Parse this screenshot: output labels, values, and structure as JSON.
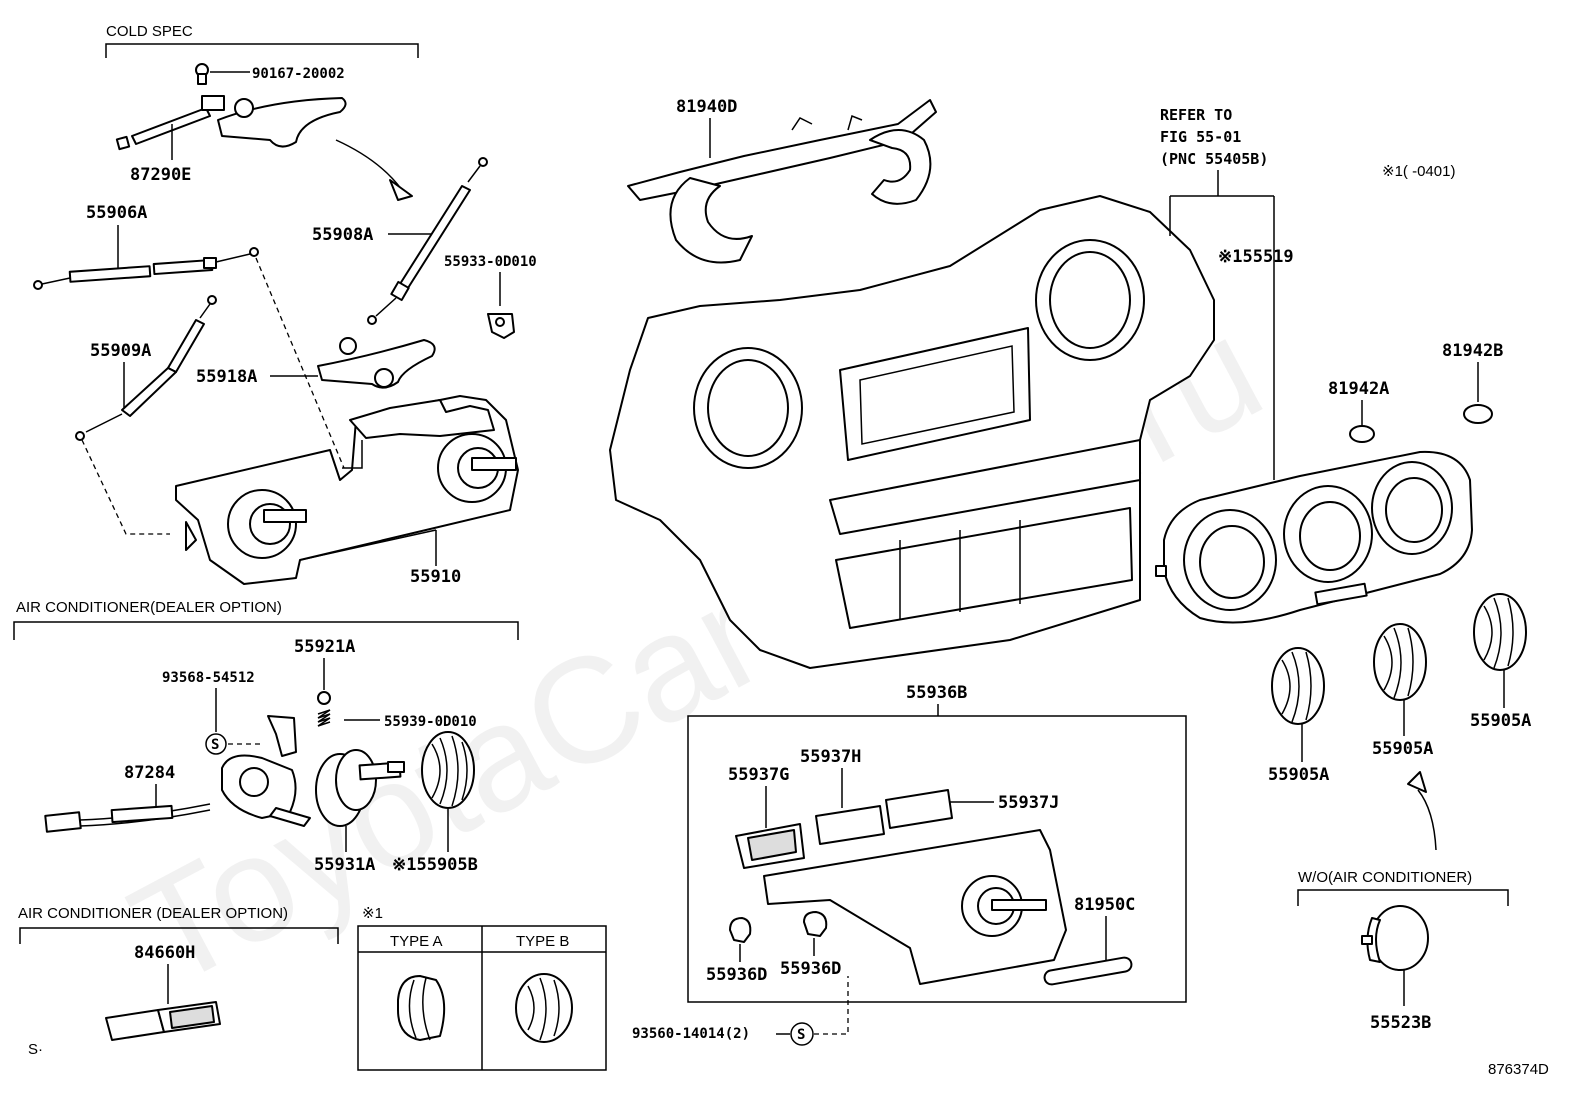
{
  "watermark": "ToyotaCarWorld.ru",
  "sections": {
    "cold_spec": "COLD SPEC",
    "ac_option_1": "AIR CONDITIONER(DEALER OPTION)",
    "ac_option_2": "AIR CONDITIONER (DEALER OPTION)",
    "wo_ac": "W/O(AIR CONDITIONER)",
    "note_1": "※1",
    "type_a": "TYPE A",
    "type_b": "TYPE B"
  },
  "refer": {
    "line1": "REFER TO",
    "line2": "FIG 55-01",
    "line3": "(PNC 55405B)"
  },
  "note_range": "※1(      -0401)",
  "parts": {
    "p90167": "90167-20002",
    "p87290E": "87290E",
    "p55906A": "55906A",
    "p55908A": "55908A",
    "p55933": "55933-0D010",
    "p55909A": "55909A",
    "p55918A": "55918A",
    "p55910": "55910",
    "p55921A": "55921A",
    "p93568": "93568-54512",
    "p55939": "55939-0D010",
    "p87284": "87284",
    "p55931A": "55931A",
    "p55905B": "※155905B",
    "p84660H": "84660H",
    "p81940D": "81940D",
    "p55519": "※155519",
    "p81942B": "81942B",
    "p81942A": "81942A",
    "p55905A_1": "55905A",
    "p55905A_2": "55905A",
    "p55905A_3": "55905A",
    "p55936B": "55936B",
    "p55937G": "55937G",
    "p55937H": "55937H",
    "p55937J": "55937J",
    "p81950C": "81950C",
    "p55936D_1": "55936D",
    "p55936D_2": "55936D",
    "p93560": "93560-14014(2)",
    "p55523B": "55523B"
  },
  "s_mark": "S",
  "corner_s": "S·",
  "figure_id": "876374D"
}
